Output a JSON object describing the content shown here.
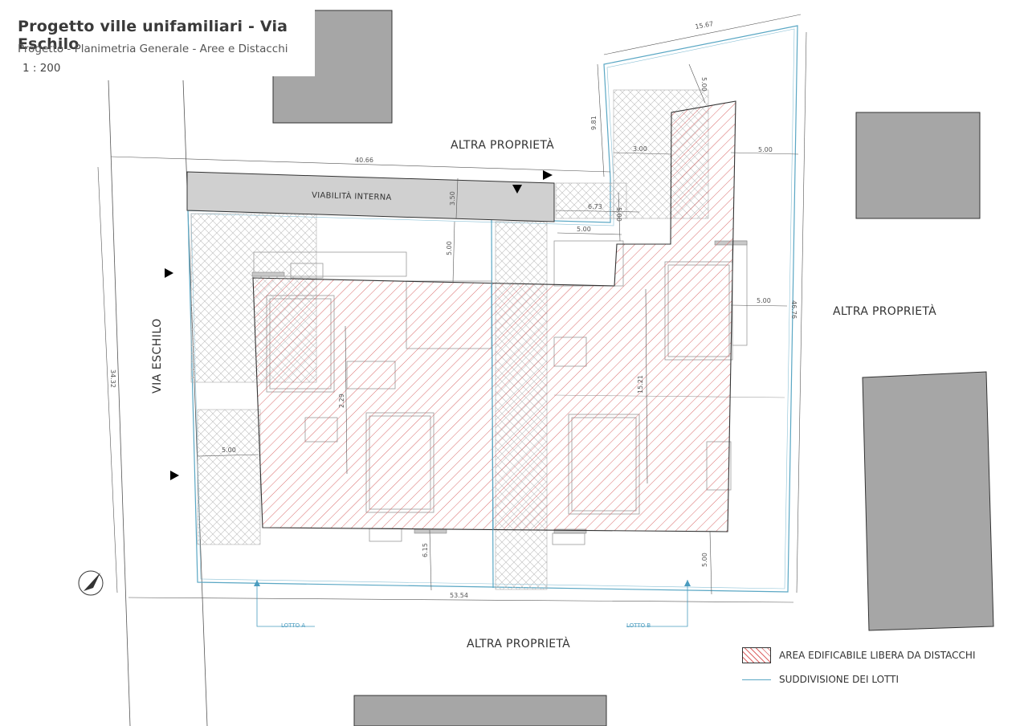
{
  "header": {
    "title": "Progetto ville unifamiliari - Via Eschilo",
    "subtitle": "Progetto - Planimetria Generale - Aree e Distacchi",
    "scale": "1 : 200"
  },
  "labels": {
    "altra_proprieta_top": "ALTRA PROPRIETÀ",
    "altra_proprieta_right": "ALTRA PROPRIETÀ",
    "altra_proprieta_bottom": "ALTRA PROPRIETÀ",
    "via_eschilo": "VIA ESCHILO",
    "viabilita_interna": "VIABILITÀ INTERNA",
    "lotto_a": "LOTTO A",
    "lotto_b": "LOTTO B"
  },
  "dimensions": {
    "top_width": "40.66",
    "top_right_width": "15.67",
    "left_height": "34.32",
    "right_height": "46.76",
    "bottom_width": "53.54",
    "notch_height": "9.81",
    "road_width": "3.50",
    "setback_road": "5.00",
    "setback_left": "5.00",
    "setback_right": "5.00",
    "setback_right_top": "5.00",
    "setback_bottom": "5.00",
    "setback_top_right": "5.00",
    "inner_300": "3.00",
    "inner_673": "6.73",
    "inner_500_a": "5.00",
    "inner_500_b": "5.00",
    "inner_229": "2.29",
    "inner_1521": "15.21",
    "inner_615": "6.15"
  },
  "legend": {
    "area_edificabile": "AREA EDIFICABILE LIBERA DA DISTACCHI",
    "suddivisione_lotti": "SUDDIVISIONE DEI LOTTI"
  },
  "colors": {
    "hatch_red": "#d65c5c",
    "lot_line": "#5aa7c4",
    "building_gray": "#a6a6a6",
    "road_gray": "#d0d0d0"
  }
}
